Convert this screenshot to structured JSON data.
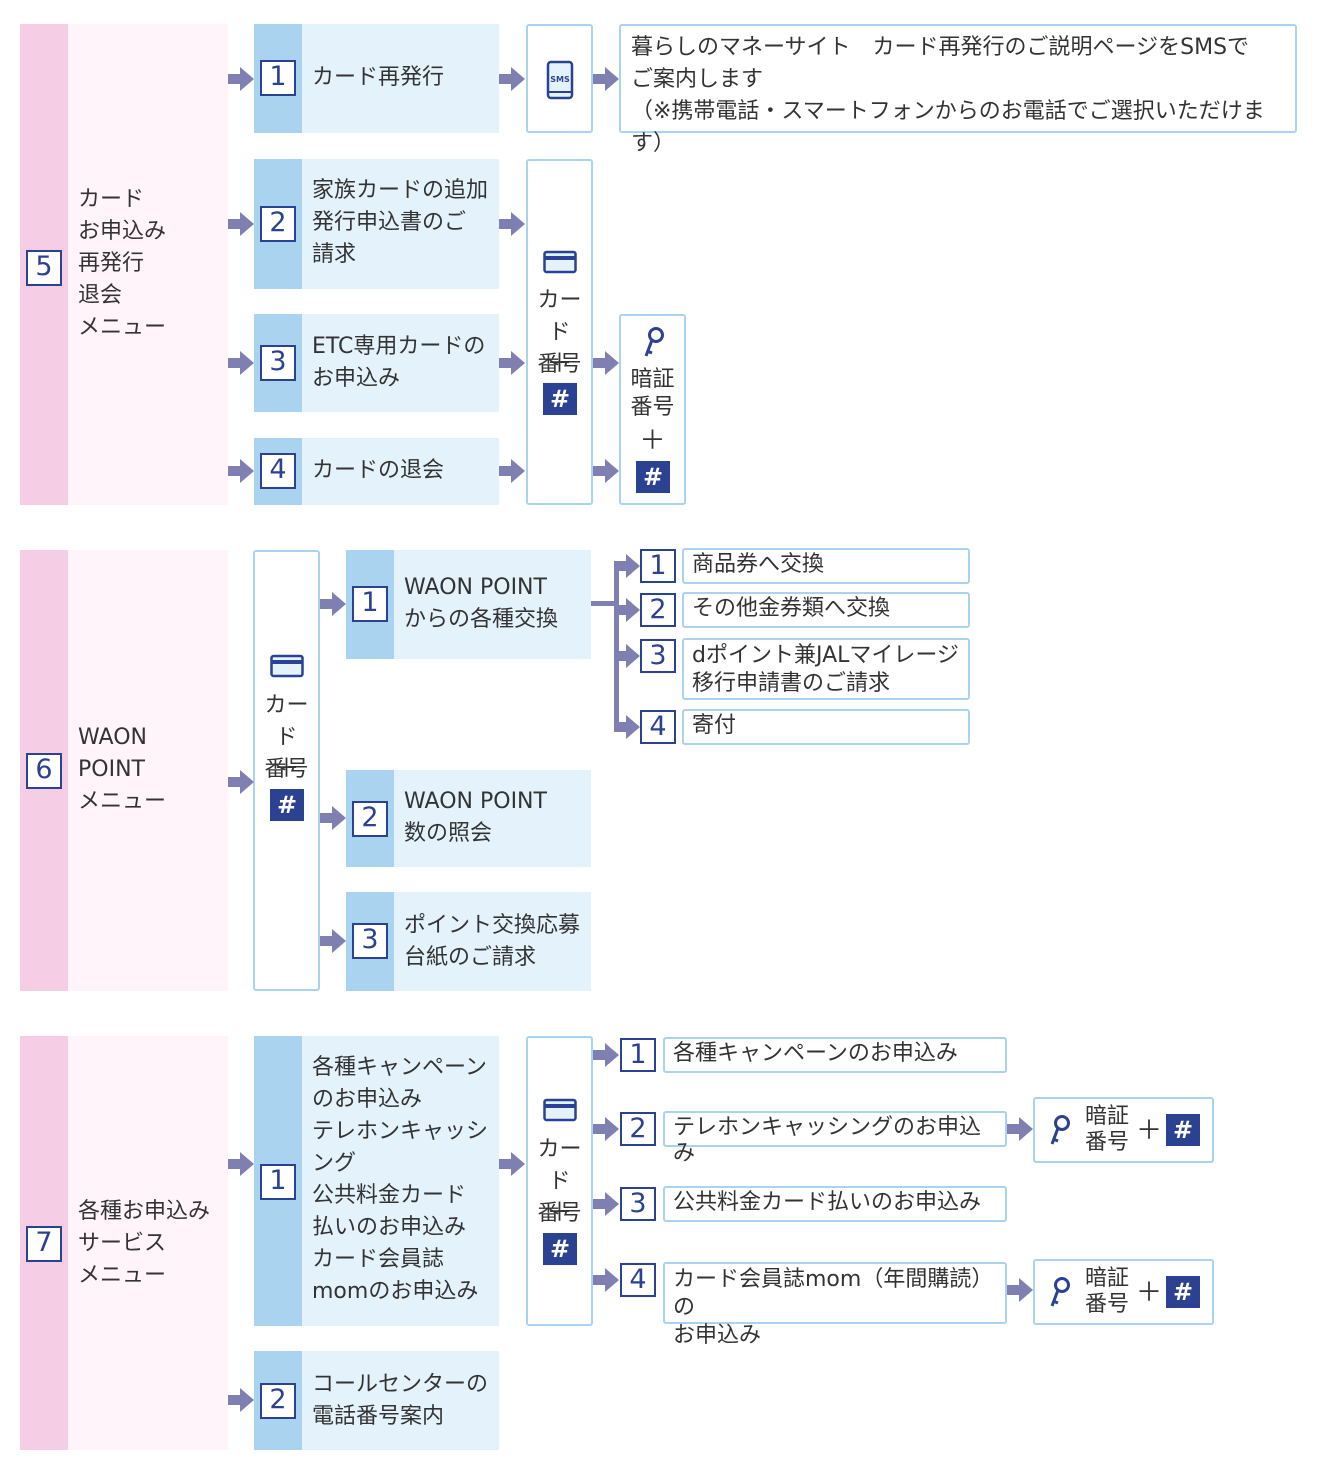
{
  "section5": {
    "number": "5",
    "title": "カード\nお申込み\n再発行\n退会\nメニュー",
    "options": [
      {
        "number": "1",
        "label": "カード再発行"
      },
      {
        "number": "2",
        "label": "家族カードの追加\n発行申込書のご\n請求"
      },
      {
        "number": "3",
        "label": "ETC専用カードの\nお申込み"
      },
      {
        "number": "4",
        "label": "カードの退会"
      }
    ],
    "sms_icon": "sms-phone-icon",
    "sms_note": "暮らしのマネーサイト　カード再発行のご説明ページをSMSで\nご案内します\n（※携帯電話・スマートフォンからのお電話でご選択いただけます）",
    "card_input": "カード\n番号",
    "plus": "＋",
    "hash": "#",
    "pin_input": "暗証\n番号"
  },
  "section6": {
    "number": "6",
    "title": "WAON\nPOINT\nメニュー",
    "card_input": "カード\n番号",
    "plus": "＋",
    "hash": "#",
    "options": [
      {
        "number": "1",
        "label": "WAON POINT\nからの各種交換"
      },
      {
        "number": "2",
        "label": "WAON POINT\n数の照会"
      },
      {
        "number": "3",
        "label": "ポイント交換応募\n台紙のご請求"
      }
    ],
    "sub_options": [
      {
        "number": "1",
        "label": "商品券へ交換"
      },
      {
        "number": "2",
        "label": "その他金券類へ交換"
      },
      {
        "number": "3",
        "label": "dポイント兼JALマイレージ\n移行申請書のご請求"
      },
      {
        "number": "4",
        "label": "寄付"
      }
    ]
  },
  "section7": {
    "number": "7",
    "title": "各種お申込み\nサービス\nメニュー",
    "options": [
      {
        "number": "1",
        "label": "各種キャンペーン\nのお申込み\nテレホンキャッシ\nング\n公共料金カード\n払いのお申込み\nカード会員誌\nmomのお申込み"
      },
      {
        "number": "2",
        "label": "コールセンターの\n電話番号案内"
      }
    ],
    "card_input": "カード\n番号",
    "plus": "＋",
    "hash": "#",
    "sub_options": [
      {
        "number": "1",
        "label": "各種キャンペーンのお申込み"
      },
      {
        "number": "2",
        "label": "テレホンキャッシングのお申込み"
      },
      {
        "number": "3",
        "label": "公共料金カード払いのお申込み"
      },
      {
        "number": "4",
        "label": "カード会員誌mom（年間購読）の\nお申込み"
      }
    ],
    "pin_input": "暗証\n番号"
  },
  "colors": {
    "navy": "#2b4191",
    "arrow": "#7f7fb2",
    "pink_band": "#f5cde5",
    "pink_bg": "#fff4fa",
    "blue_band": "#a9d3ee",
    "blue_bg": "#e4f3fb"
  }
}
